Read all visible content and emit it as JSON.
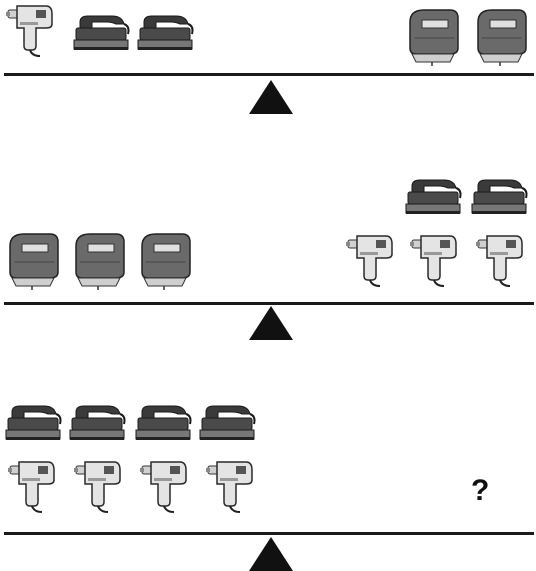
{
  "icons": {
    "drill": "drill-icon",
    "sander": "sander-icon",
    "jigsaw": "jigsaw-icon",
    "fulcrum": "triangle-fulcrum-icon"
  },
  "colors": {
    "beam": "#1a1a1a",
    "tool_dark": "#3b3b3b",
    "tool_mid": "#6e6e6e",
    "tool_light": "#d9d9d9"
  },
  "balances": [
    {
      "left": [
        {
          "tool": "drill"
        },
        {
          "tool": "sander"
        },
        {
          "tool": "sander"
        }
      ],
      "right": [
        {
          "tool": "jigsaw"
        },
        {
          "tool": "jigsaw"
        }
      ]
    },
    {
      "left": [
        {
          "tool": "jigsaw"
        },
        {
          "tool": "jigsaw"
        },
        {
          "tool": "jigsaw"
        }
      ],
      "right": [
        {
          "tool": "sander"
        },
        {
          "tool": "sander"
        },
        {
          "tool": "drill"
        },
        {
          "tool": "drill"
        },
        {
          "tool": "drill"
        }
      ]
    },
    {
      "left": [
        {
          "tool": "sander"
        },
        {
          "tool": "sander"
        },
        {
          "tool": "sander"
        },
        {
          "tool": "sander"
        },
        {
          "tool": "drill"
        },
        {
          "tool": "drill"
        },
        {
          "tool": "drill"
        },
        {
          "tool": "drill"
        }
      ],
      "right_label": "?"
    }
  ]
}
